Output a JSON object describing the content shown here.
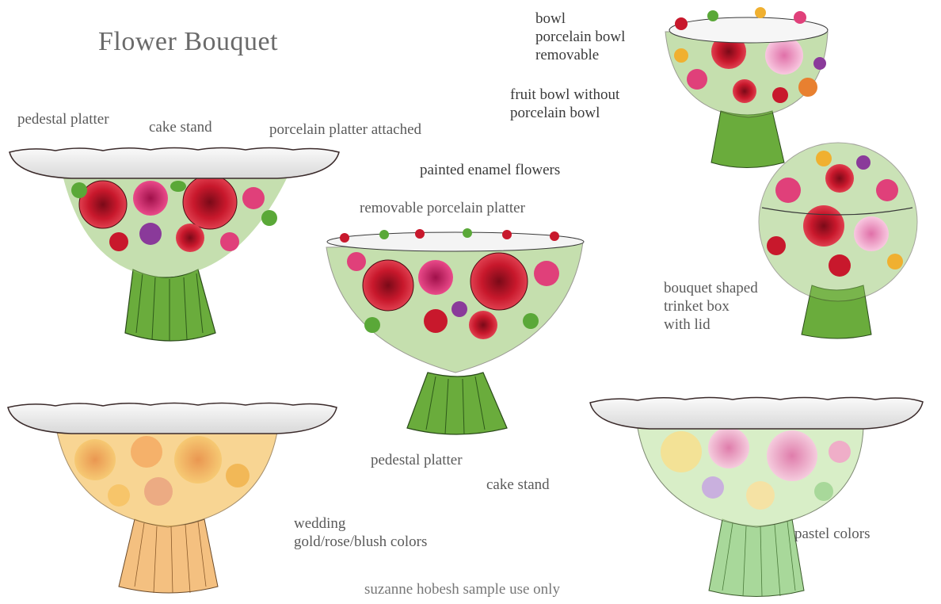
{
  "title": "Flower Bouquet",
  "labels": {
    "pedestal_platter_top": "pedestal platter",
    "cake_stand_top": "cake stand",
    "porcelain_platter_attached": "porcelain platter attached",
    "painted_enamel_flowers": "painted enamel flowers",
    "removable_porcelain_platter": "removable porcelain platter",
    "pedestal_platter_bottom": "pedestal platter",
    "cake_stand_bottom": "cake stand",
    "wedding_lines": [
      "wedding",
      "gold/rose/blush colors"
    ],
    "pastel_colors": "pastel colors",
    "watermark": "suzanne hobesh sample use only",
    "bowl_lines": [
      "bowl",
      "porcelain bowl",
      "removable"
    ],
    "fruit_bowl_lines": [
      "fruit bowl without",
      "porcelain bowl"
    ],
    "trinket_box_lines": [
      "bouquet shaped",
      "trinket box",
      "with lid"
    ]
  },
  "colors": {
    "rose_red": "#c8182c",
    "pink": "#e0407a",
    "purple": "#8a3a9a",
    "leaf_green": "#5aa838",
    "stem_green": "#6aac3c",
    "gold": "#f0b048",
    "pastel_pink": "#f2a6c8",
    "pastel_green": "#a8d89a",
    "platter": "#f4f4f4"
  }
}
